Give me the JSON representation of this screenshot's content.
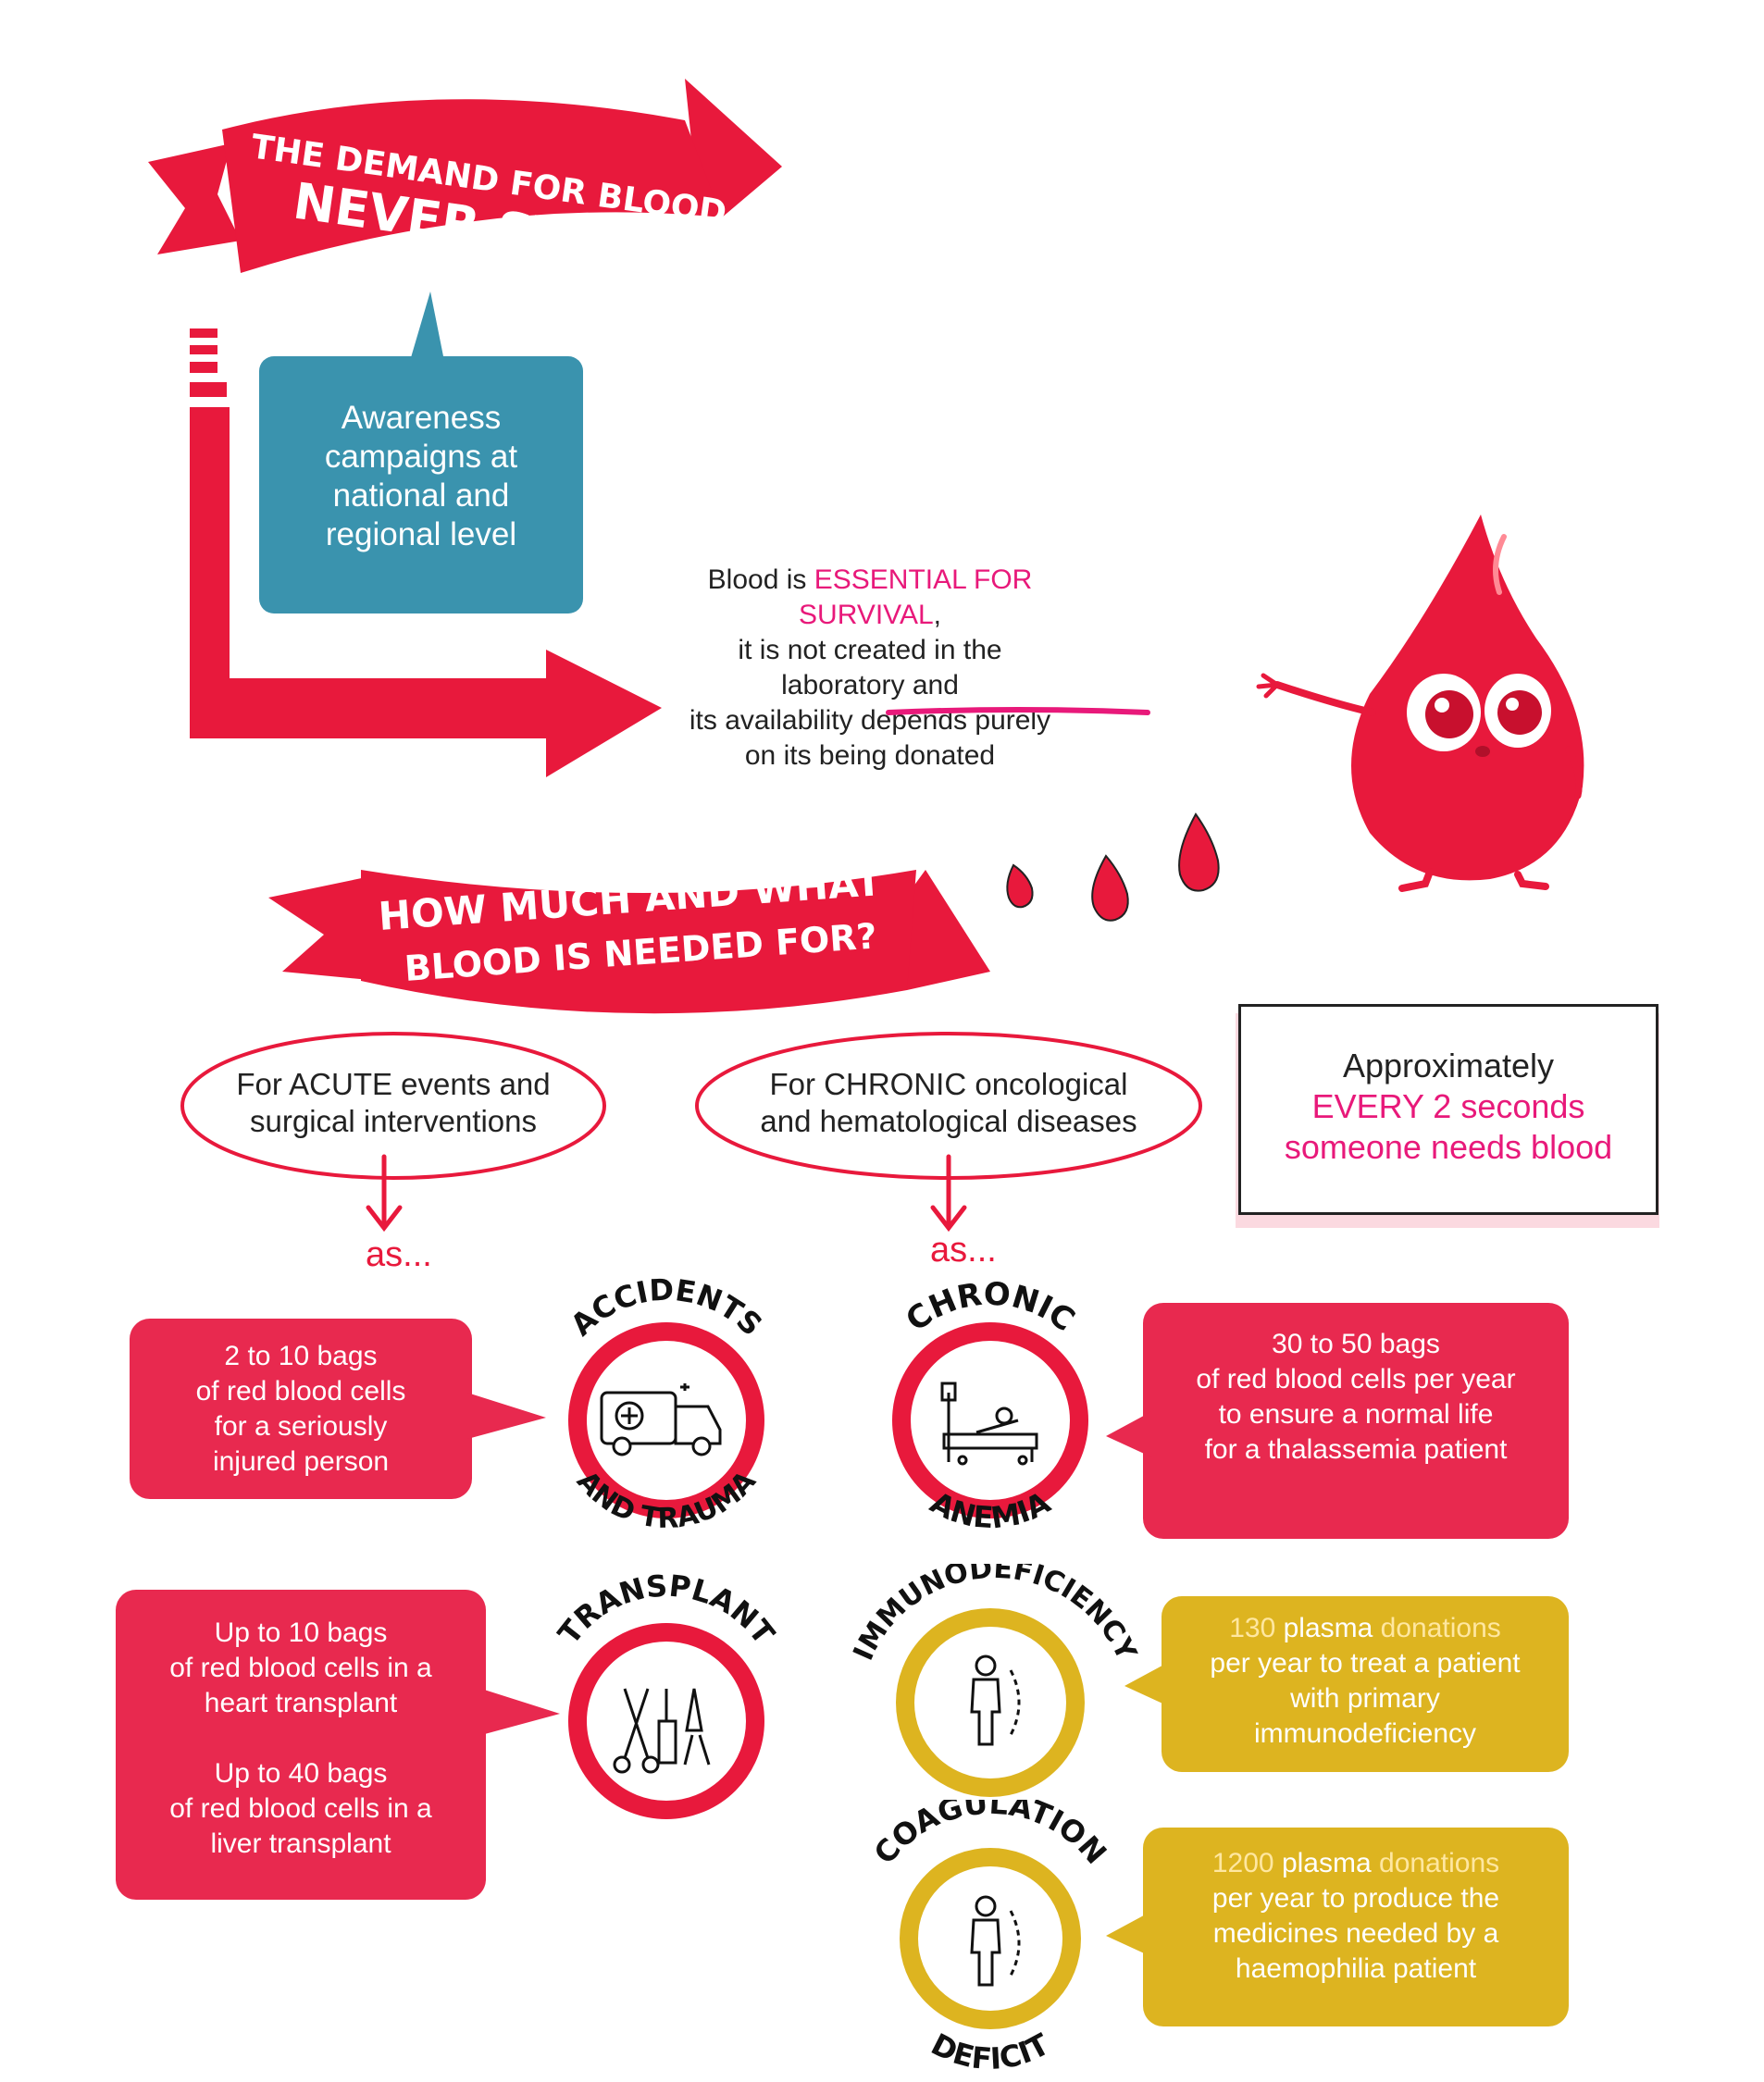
{
  "banner_top": {
    "line1": "THE DEMAND FOR BLOOD",
    "line2": "NEVER STOPS"
  },
  "awareness_box": {
    "line1": "Awareness",
    "line2": "campaigns at",
    "line3": "national and",
    "line4": "regional level"
  },
  "survival_text": {
    "prefix": "Blood is ",
    "highlight": "ESSENTIAL FOR SURVIVAL",
    "suffix": ",",
    "line2": "it is not created in the laboratory and",
    "line3": "its availability depends purely",
    "line4": "on its being donated"
  },
  "banner_mid": {
    "line1": "HOW MUCH AND WHAT",
    "line2": "BLOOD IS NEEDED FOR?"
  },
  "acute_ellipse": {
    "line1": "For ACUTE events and",
    "line2": "surgical interventions"
  },
  "chronic_ellipse": {
    "line1": "For CHRONIC oncological",
    "line2": "and hematological diseases"
  },
  "as_label": "as...",
  "stat_box": {
    "line1": "Approximately",
    "line2": "EVERY 2 seconds",
    "line3": "someone needs blood"
  },
  "accidents": {
    "top_label": "ACCIDENTS",
    "bottom_label": "AND TRAUMA",
    "bubble": [
      "2 to 10 bags",
      "of red blood cells",
      "for a seriously",
      "injured person"
    ]
  },
  "transplant": {
    "top_label": "TRANSPLANT",
    "bubble_a": [
      "Up to 10 bags",
      "of red blood cells in a",
      "heart transplant"
    ],
    "bubble_b": [
      "Up to 40 bags",
      "of red blood cells in a",
      "liver transplant"
    ]
  },
  "chronic_anemia": {
    "top_label": "CHRONIC",
    "bottom_label": "ANEMIA",
    "bubble": [
      "30 to 50 bags",
      "of red blood cells per year",
      "to ensure a normal life",
      "for a thalassemia patient"
    ]
  },
  "immuno": {
    "top_label": "IMMUNODEFICIENCY",
    "bubble_num": "130",
    "bubble_word1": " plasma ",
    "bubble_word2": "donations",
    "bubble_rest": [
      "per year to treat a patient",
      "with primary",
      "immunodeficiency"
    ]
  },
  "coagulation": {
    "top_label": "COAGULATION",
    "bottom_label": "DEFICIT",
    "bubble_num": "1200",
    "bubble_word1": " plasma ",
    "bubble_word2": "donations",
    "bubble_rest": [
      "per year to produce the",
      "medicines needed by a",
      "haemophilia patient"
    ]
  },
  "colors": {
    "red": "#e8193c",
    "bubble_red": "#e8294f",
    "teal": "#3a93ae",
    "yellow": "#ddb420",
    "magenta": "#e8197a"
  }
}
